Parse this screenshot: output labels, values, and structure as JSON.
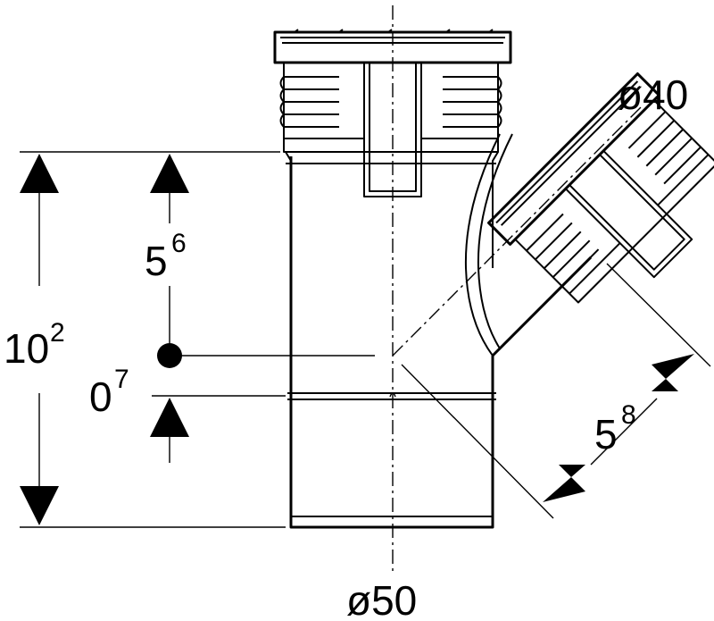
{
  "diagram": {
    "labels": {
      "branch_diameter": "ø40",
      "main_diameter": "ø50",
      "overall_height": {
        "base": "10",
        "sup": "2"
      },
      "upper_height": {
        "base": "5",
        "sup": "6"
      },
      "offset": {
        "base": "0",
        "sup": "7"
      },
      "branch_length": {
        "base": "5",
        "sup": "8"
      }
    },
    "dimensions": {
      "overall_height": 10.2,
      "upper_height": 5.6,
      "offset": 0.7,
      "branch_length": 5.8,
      "main_diameter": 50,
      "branch_diameter": 40,
      "branch_angle_deg": 45
    }
  }
}
